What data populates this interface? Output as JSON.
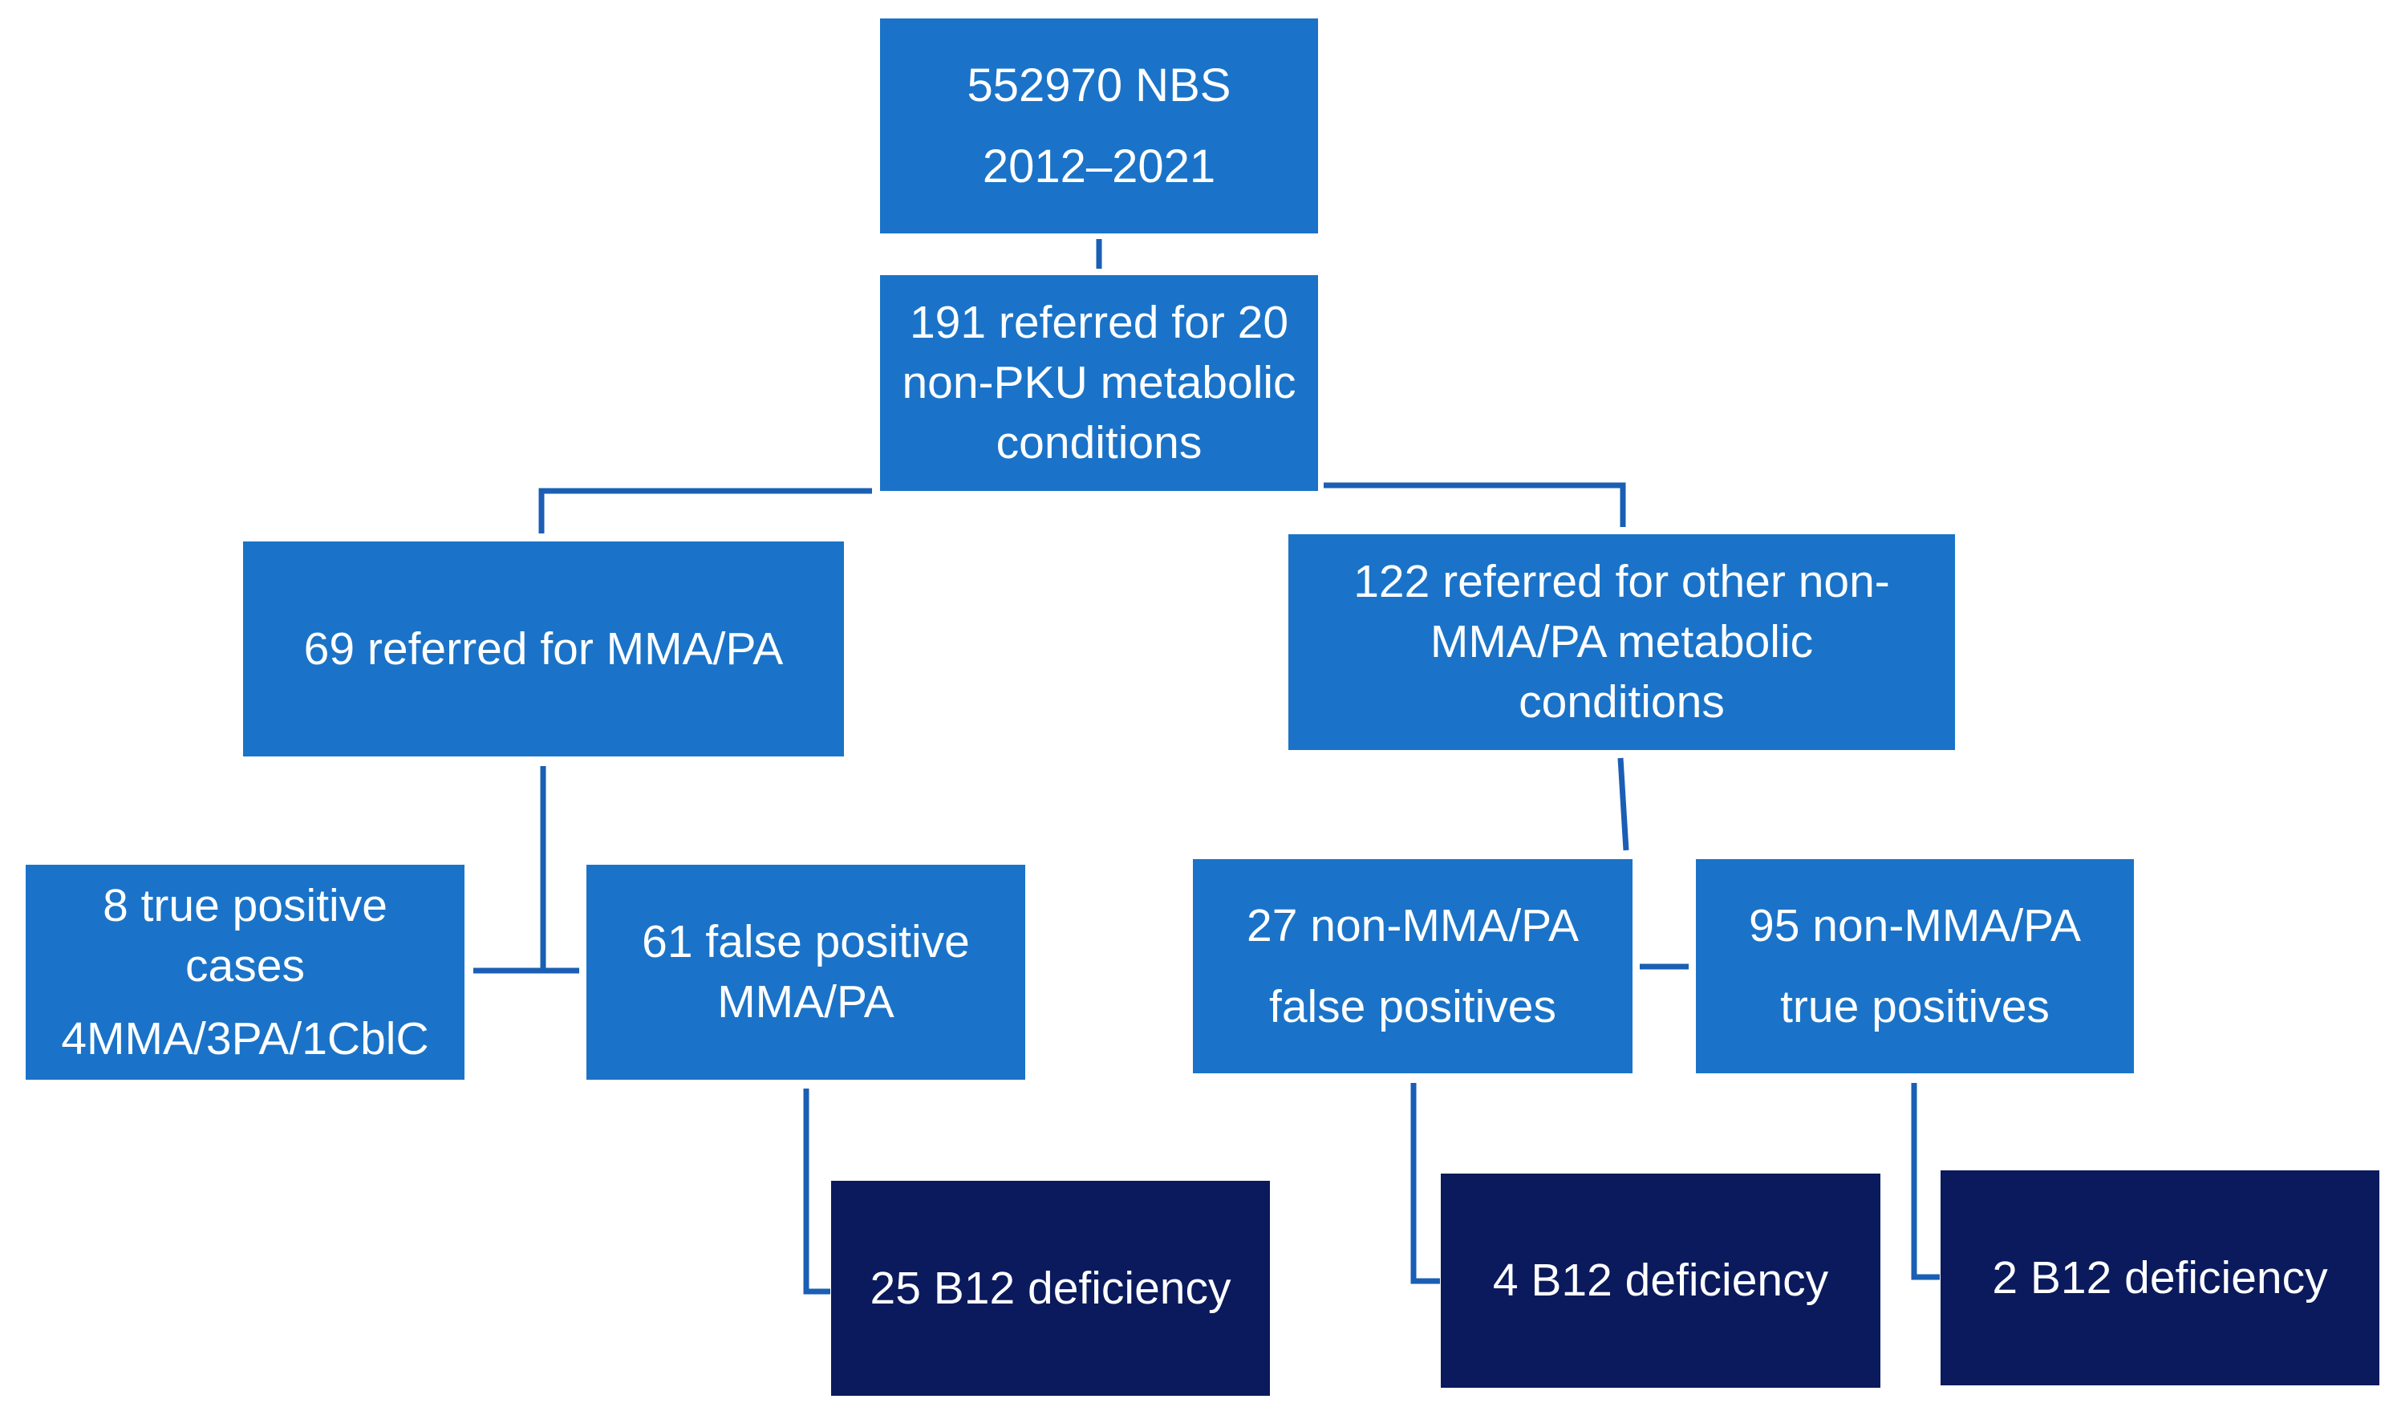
{
  "nodes": {
    "nbs": {
      "lines": [
        "552970 NBS",
        "2012–2021"
      ]
    },
    "referred": {
      "lines": [
        "191 referred for 20",
        "non-PKU metabolic",
        "conditions"
      ]
    },
    "mma_pa": {
      "lines": [
        "69 referred for MMA/PA"
      ]
    },
    "other": {
      "lines": [
        "122 referred for other non-",
        "MMA/PA metabolic",
        "conditions"
      ]
    },
    "true_pos": {
      "lines": [
        "8 true positive",
        "cases",
        "4MMA/3PA/1CblC"
      ]
    },
    "false_pos": {
      "lines": [
        "61 false positive",
        "MMA/PA"
      ]
    },
    "non_false": {
      "lines": [
        "27 non-MMA/PA",
        "false positives"
      ]
    },
    "non_true": {
      "lines": [
        "95 non-MMA/PA",
        "true positives"
      ]
    },
    "b12_a": {
      "lines": [
        "25 B12 deficiency"
      ]
    },
    "b12_b": {
      "lines": [
        "4 B12 deficiency"
      ]
    },
    "b12_c": {
      "lines": [
        "2 B12 deficiency"
      ]
    }
  },
  "colors": {
    "box_blue": "#1a73c8",
    "box_navy": "#0a1a5c",
    "connector": "#1a5fb4",
    "text": "#ffffff"
  }
}
